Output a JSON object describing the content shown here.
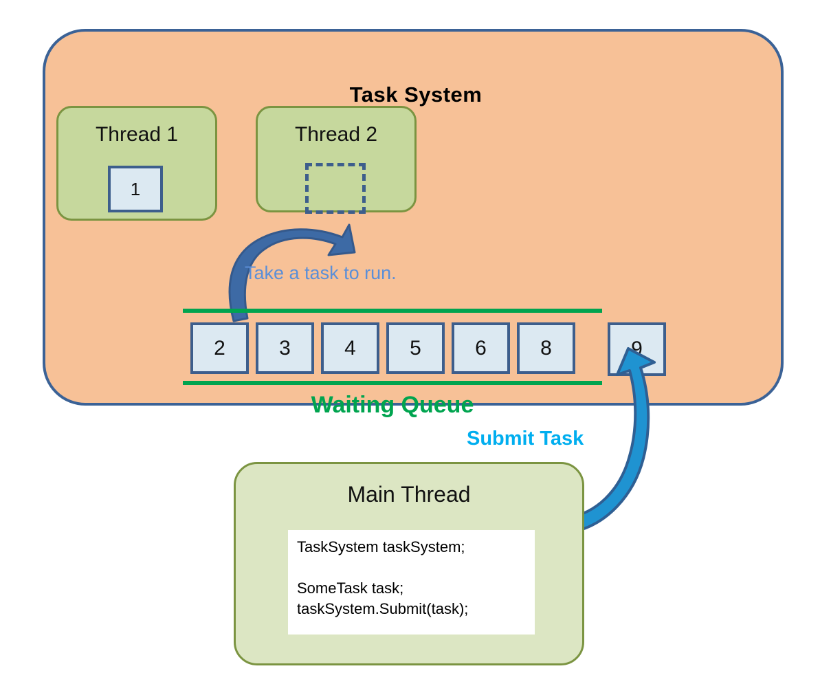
{
  "diagram": {
    "title": "Task System",
    "background_color": "#f7c197",
    "border_color": "#3b6296"
  },
  "threads": [
    {
      "label": "Thread 1",
      "state": "running",
      "task_id": "1",
      "fill_color": "#c6d89d",
      "border_color": "#7b9441"
    },
    {
      "label": "Thread 2",
      "state": "idle",
      "task_id": "",
      "fill_color": "#c6d89d",
      "border_color": "#7b9441"
    }
  ],
  "take_task": {
    "label": "Take a task to run.",
    "color": "#5b8fd8",
    "arrow_color": "#3d6aa5"
  },
  "waiting_queue": {
    "label": "Waiting Queue",
    "label_color": "#00a44f",
    "rail_color": "#00a44f",
    "task_fill": "#dce9f2",
    "task_border": "#3d5e8c",
    "tasks": [
      "2",
      "3",
      "4",
      "5",
      "6",
      "8"
    ],
    "incoming_task": "9"
  },
  "submit": {
    "label": "Submit Task",
    "color": "#00aeef",
    "arrow_fill": "#1f93d1",
    "arrow_stroke": "#2f5f93"
  },
  "main_thread": {
    "label": "Main Thread",
    "fill_color": "#dce6c3",
    "border_color": "#7b9441",
    "code": [
      "TaskSystem taskSystem;",
      "",
      "SomeTask task;",
      "taskSystem.Submit(task);"
    ]
  }
}
